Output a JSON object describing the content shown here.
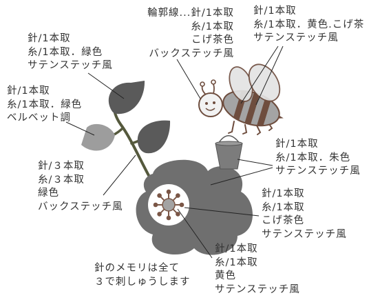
{
  "labels": {
    "outline": {
      "lines": [
        "輪郭線...針/1本取",
        "糸/1本取",
        "こげ茶色",
        "バックステッチ風"
      ]
    },
    "bee_body": {
      "lines": [
        "針/1本取",
        "糸/1本取．黄色.こげ茶",
        "サテンステッチ風"
      ]
    },
    "leaf_top": {
      "lines": [
        "針/1本取",
        "糸/1本取．緑色",
        "サテンステッチ風"
      ]
    },
    "leaf_small": {
      "lines": [
        "針/1本取",
        "糸/1本取．緑色",
        "ベルベット調"
      ]
    },
    "petals": {
      "lines": [
        "針/1本取",
        "糸/1本取．朱色",
        "サテンステッチ風"
      ]
    },
    "stem": {
      "lines": [
        "針/３本取",
        "糸/３本取",
        "緑色",
        "バックステッチ風"
      ]
    },
    "stamens": {
      "lines": [
        "針/1本取",
        "糸/1本取",
        "こげ茶色",
        "サテンステッチ風"
      ]
    },
    "center": {
      "lines": [
        "針/1本取",
        "糸/1本取",
        "黄色",
        "サテンステッチ風"
      ]
    },
    "note": {
      "lines": [
        "針のメモリは全て",
        "３で刺しゅうします"
      ]
    }
  },
  "colors": {
    "leader_line": "#222222",
    "petal": "#6f6f6f",
    "flower_center": "#ffffff",
    "stamen": "#7a5646",
    "pistil": "#a3a3a3",
    "leaf_dark": "#5a5a5a",
    "leaf_light": "#9d9d9d",
    "stem": "#55593d",
    "bee_outline": "#6e4d3e",
    "bee_body": "#a4a4a4",
    "bee_head": "#f2f2f2",
    "wing": "#e3e3e3",
    "bucket": "#7c7c7c",
    "bucket_rim": "#9a9a9a",
    "bucket_handle": "#555555"
  }
}
